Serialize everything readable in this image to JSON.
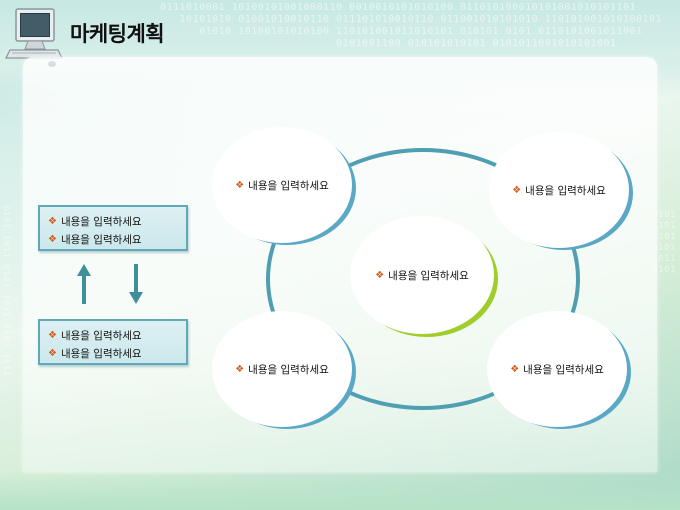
{
  "title": "마케팅계획",
  "background_text": {
    "top_binary": "0111010001 10100101001000110 0010010101010100 011010100010101001010101101\n   10101010 01001010010110 011101010010110 011001010101010 110101001010100101\n      01010 10100101010100 110101001011010101 010101 0101 0110101001011001\n                           0101001100 010101010101 0101011001010101001",
    "left_binary": "0101 1011 0101 1011 0101 1011",
    "right_binary": "0101\n1101\n1101\n0101\n1011\n0101"
  },
  "left_boxes": [
    {
      "items": [
        "내용을 입력하세요",
        "내용을 입력하세요"
      ]
    },
    {
      "items": [
        "내용을 입력하세요",
        "내용을 입력하세요"
      ]
    }
  ],
  "circles": {
    "top_left": "내용을 입력하세요",
    "top_right": "내용을 입력하세요",
    "center": "내용을 입력하세요",
    "bottom_left": "내용을 입력하세요",
    "bottom_right": "내용을 입력하세요"
  },
  "bullet_symbol": "❖",
  "icons": {
    "header": "computer-icon",
    "arrow_up": "arrow-up-icon",
    "arrow_down": "arrow-down-icon"
  },
  "colors": {
    "box_border": "#5fa9b8",
    "ring": "#4f9eb2",
    "circle_accent": "#5aa8c6",
    "center_accent": "#9fcd2b",
    "bullet": "#d35b1a",
    "arrow": "#3f8f9a"
  }
}
